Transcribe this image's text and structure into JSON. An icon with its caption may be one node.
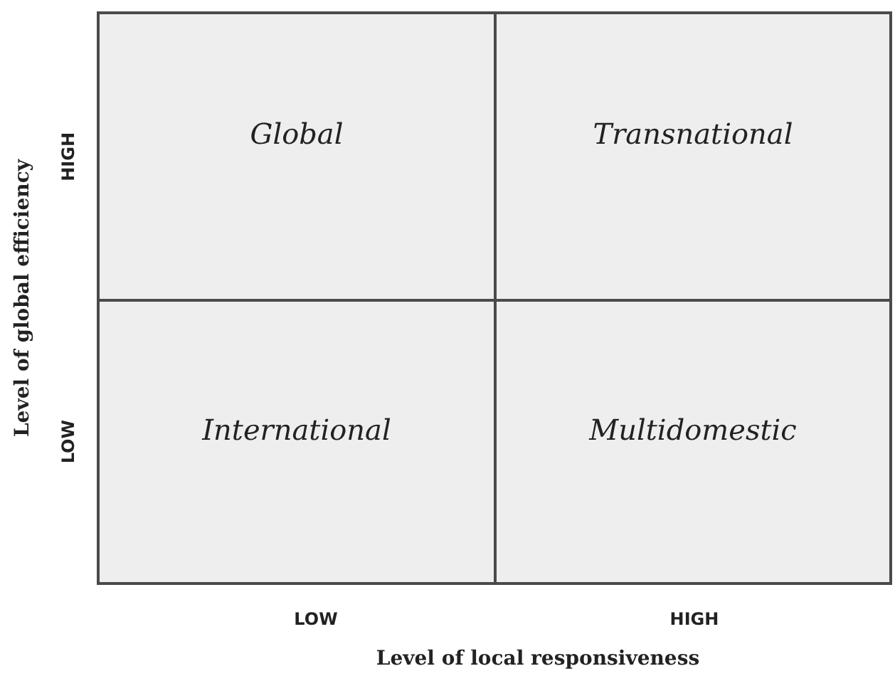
{
  "diagram": {
    "nodes": [
      {
        "text": [
          "Global"
        ]
      },
      {
        "text": [
          "Transnational"
        ]
      },
      {
        "text": [
          "International"
        ]
      },
      {
        "text": [
          "Multidomestic"
        ]
      }
    ],
    "labels": [
      "Level of global efficiency",
      "HIGH",
      "LOW",
      "LOW",
      "HIGH",
      "Level of local responsiveness"
    ]
  }
}
